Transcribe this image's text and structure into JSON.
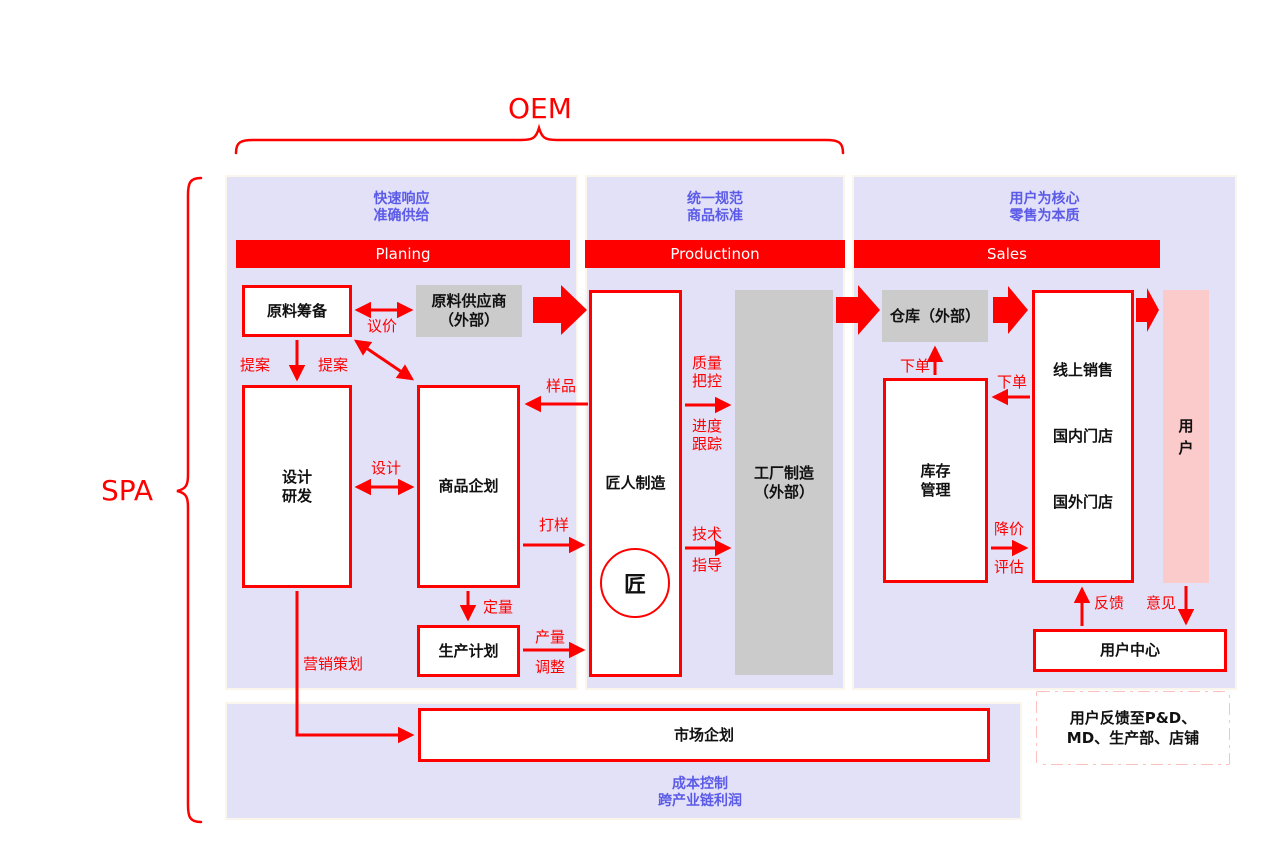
{
  "colors": {
    "accent_red": "#fe0000",
    "panel_lavender": "#e3e1f7",
    "external_gray": "#cbcbcb",
    "user_pink": "#fbcaca",
    "tagline_blue": "#5b5be8"
  },
  "braces": {
    "oem": "OEM",
    "spa": "SPA"
  },
  "panels": {
    "planning": {
      "tagline": "快速响应\n准确供给",
      "bar": "Planing"
    },
    "production": {
      "tagline": "统一规范\n商品标准",
      "bar": "Productinon"
    },
    "sales": {
      "tagline": "用户为核心\n零售为本质",
      "bar": "Sales"
    },
    "bottom": {
      "tagline": "成本控制\n跨产业链利润"
    }
  },
  "boxes": {
    "raw_prep": "原料筹备",
    "raw_supplier": "原料供应商\n（外部）",
    "design_rd": "设计\n研发",
    "product_planning": "商品企划",
    "production_plan": "生产计划",
    "craftsman": "匠人制造",
    "craftsman_seal": "匠",
    "factory": "工厂制造\n（外部）",
    "warehouse": "仓库（外部）",
    "online_sales": "线上销售",
    "domestic_stores": "国内门店",
    "overseas_stores": "国外门店",
    "user": "用\n户",
    "user_center": "用户中心",
    "market_planning": "市场企划",
    "feedback_note": "用户反馈至P&D、MD、生产部、店铺"
  },
  "arrow_labels": {
    "bargain": "议价",
    "proposal_left": "提案",
    "proposal_right": "提案",
    "sample": "样品",
    "design": "设计",
    "proofing": "打样",
    "quantity": "定量",
    "output": "产量",
    "adjust": "调整",
    "marketing": "营销策划",
    "quality_control": "质量\n把控",
    "progress_tracking": "进度\n跟踪",
    "tech_guidance_1": "技术",
    "tech_guidance_2": "指导",
    "order_left": "下单",
    "order_right": "下单",
    "markdown": "降价",
    "evaluate": "评估",
    "feedback": "反馈",
    "opinion": "意见"
  }
}
